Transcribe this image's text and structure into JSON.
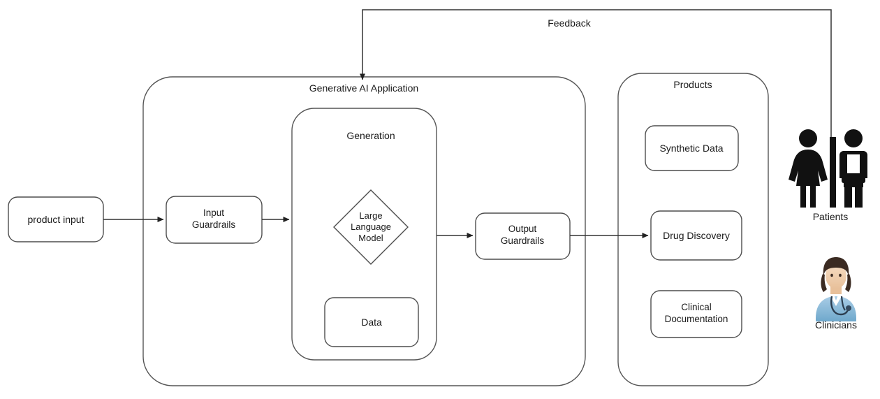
{
  "diagram": {
    "title": "Generative AI Application healthcare flow diagram",
    "colors": {
      "background": "#ffffff",
      "stroke": "#4d4d4d",
      "container_stroke": "#555555",
      "connector": "#333333",
      "text": "#1a1a1a",
      "scrubs_blue": "#7fb3d5",
      "skin": "#f0d2b6",
      "hair": "#3b2b22"
    },
    "nodes": {
      "product_input": {
        "label": "product input"
      },
      "input_guardrails": {
        "line1": "Input",
        "line2": "Guardrails"
      },
      "gen_ai_application": {
        "label": "Generative AI Application"
      },
      "generation": {
        "label": "Generation"
      },
      "large_language_model": {
        "line1": "Large",
        "line2": "Language",
        "line3": "Model"
      },
      "data": {
        "label": "Data"
      },
      "output_guardrails": {
        "line1": "Output",
        "line2": "Guardrails"
      },
      "products": {
        "label": "Products"
      },
      "synthetic_data": {
        "label": "Synthetic Data"
      },
      "drug_discovery": {
        "label": "Drug Discovery"
      },
      "clinical_documentation": {
        "line1": "Clinical",
        "line2": "Documentation"
      },
      "patients": {
        "label": "Patients"
      },
      "clinicians": {
        "label": "Clinicians"
      }
    },
    "edges": {
      "feedback": {
        "label": "Feedback"
      }
    }
  }
}
